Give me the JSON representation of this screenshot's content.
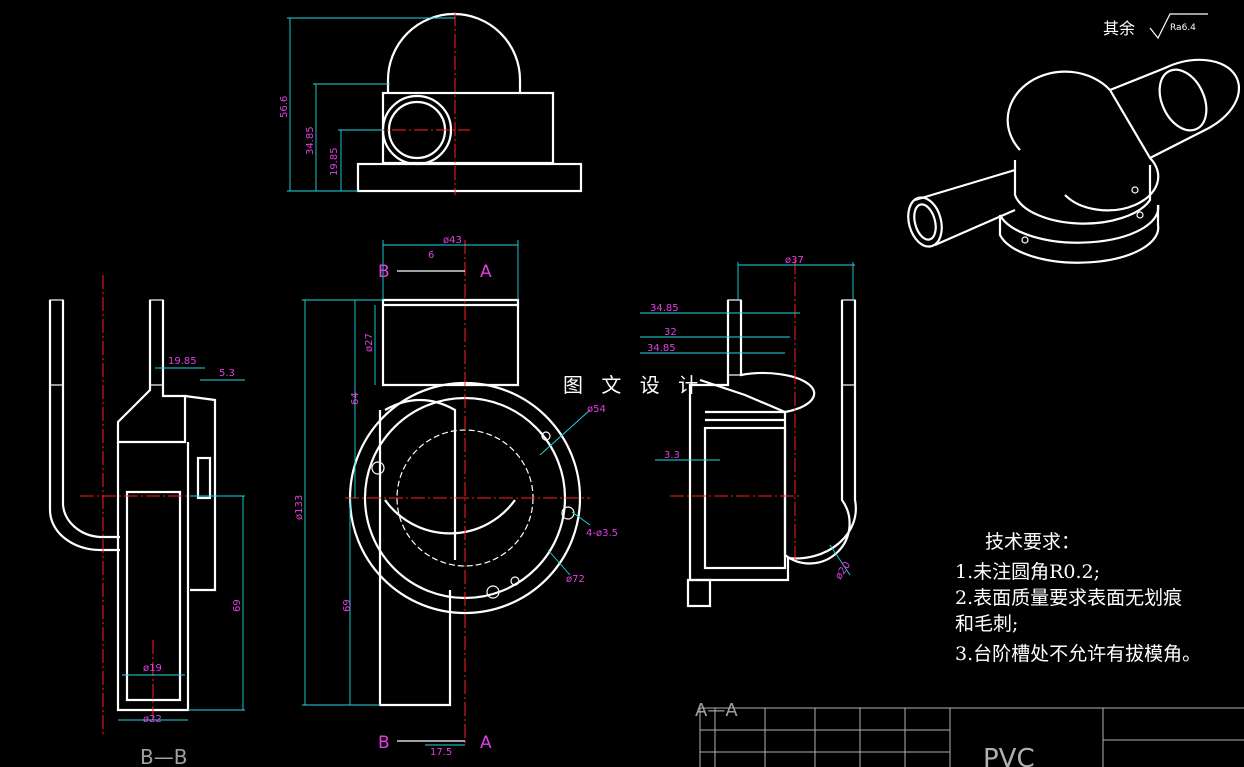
{
  "roughness": {
    "label": "其余",
    "value": "Ra6.4"
  },
  "watermark": "图 文 设 计",
  "tech_requirements": {
    "title": "技术要求：",
    "items": [
      "1.未注圆角R0.2;",
      "2.表面质量要求表面无划痕",
      "和毛刺;",
      "3.台阶槽处不允许有拔模角。"
    ]
  },
  "material": "PVC",
  "section_views": {
    "bb": "B—B",
    "aa": "A—A"
  },
  "cut_marks": {
    "b": "B",
    "a": "A"
  },
  "top_view_dims": [
    "56.6",
    "34.85",
    "19.85"
  ],
  "front_view_dims": [
    "ø43",
    "6",
    "ø27",
    "64",
    "ø133",
    "69",
    "17.5",
    "ø54",
    "4-ø3.5",
    "ø72"
  ],
  "left_view_dims": [
    "19.85",
    "5.3",
    "69",
    "ø19",
    "ø22"
  ],
  "right_view_dims": [
    "ø37",
    "34.85",
    "32",
    "34.85",
    "3.3",
    "ø20"
  ]
}
